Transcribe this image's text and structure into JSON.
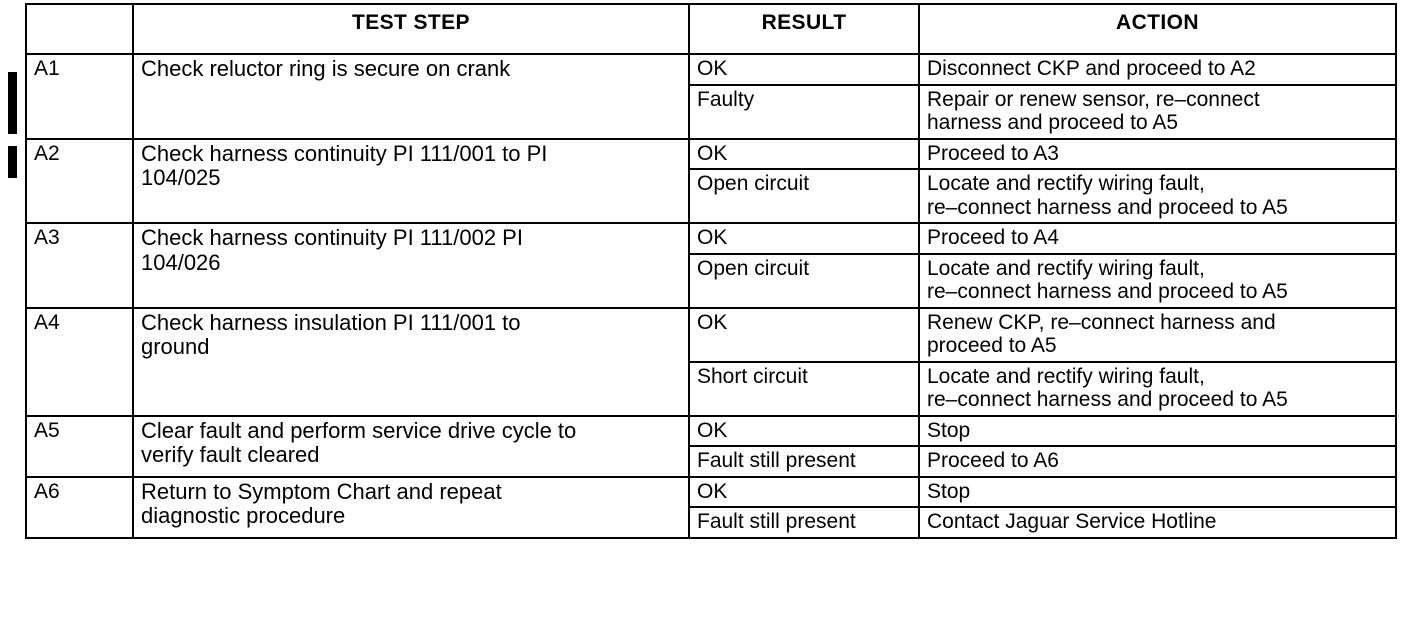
{
  "table": {
    "headers": {
      "step_id": "",
      "test_step": "TEST STEP",
      "result": "RESULT",
      "action": "ACTION"
    },
    "rows": [
      {
        "id": "A1",
        "step_line1": "Check reluctor ring is secure on crank",
        "step_line2": "",
        "outcomes": [
          {
            "result": "OK",
            "action_line1": "Disconnect CKP and proceed to A2",
            "action_line2": ""
          },
          {
            "result": "Faulty",
            "action_line1": "Repair or renew sensor, re–connect",
            "action_line2": "harness and proceed to A5"
          }
        ]
      },
      {
        "id": "A2",
        "step_line1": "Check harness continuity PI 111/001 to PI",
        "step_line2": "104/025",
        "outcomes": [
          {
            "result": "OK",
            "action_line1": "Proceed to A3",
            "action_line2": ""
          },
          {
            "result": "Open circuit",
            "action_line1": "Locate and rectify wiring fault,",
            "action_line2": "re–connect harness and proceed to A5"
          }
        ]
      },
      {
        "id": "A3",
        "step_line1": "Check harness continuity PI 111/002 PI",
        "step_line2": "104/026",
        "outcomes": [
          {
            "result": "OK",
            "action_line1": "Proceed to A4",
            "action_line2": ""
          },
          {
            "result": "Open circuit",
            "action_line1": "Locate and rectify wiring fault,",
            "action_line2": "re–connect harness and proceed to A5"
          }
        ]
      },
      {
        "id": "A4",
        "step_line1": "Check harness insulation PI 111/001 to",
        "step_line2": "ground",
        "outcomes": [
          {
            "result": "OK",
            "action_line1": "Renew CKP, re–connect harness and",
            "action_line2": "proceed to A5"
          },
          {
            "result": "Short circuit",
            "action_line1": "Locate and rectify wiring fault,",
            "action_line2": "re–connect harness and proceed to A5"
          }
        ]
      },
      {
        "id": "A5",
        "step_line1": "Clear fault and perform service drive cycle to",
        "step_line2": "verify fault cleared",
        "outcomes": [
          {
            "result": "OK",
            "action_line1": "Stop",
            "action_line2": ""
          },
          {
            "result": "Fault still present",
            "action_line1": "Proceed to A6",
            "action_line2": ""
          }
        ]
      },
      {
        "id": "A6",
        "step_line1": "Return to Symptom Chart and repeat",
        "step_line2": "diagnostic procedure",
        "outcomes": [
          {
            "result": "OK",
            "action_line1": "Stop",
            "action_line2": ""
          },
          {
            "result": "Fault still present",
            "action_line1": "Contact Jaguar Service Hotline",
            "action_line2": ""
          }
        ]
      }
    ]
  },
  "margin_markers": {
    "bar_1": "change-bar",
    "bar_2": "change-bar"
  }
}
